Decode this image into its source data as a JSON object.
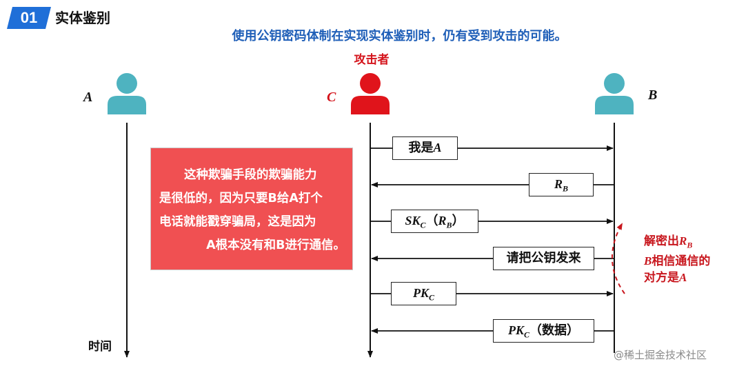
{
  "header": {
    "badge": "01",
    "title": "实体鉴别"
  },
  "subtitle": "使用公钥密码体制在实现实体鉴别时，仍有受到攻击的可能。",
  "parties": {
    "a": "A",
    "c": "C",
    "b": "B",
    "attacker_label": "攻击者"
  },
  "colors": {
    "user_icon": "#4eb3c0",
    "attacker_icon": "#e0141b",
    "accent_blue": "#1f6fd8",
    "note_bg": "#f05052",
    "side_note_red": "#c8161d"
  },
  "messages": [
    {
      "prefix": "我是",
      "italic": "A",
      "sub": "",
      "suffix": "",
      "direction": "C→B"
    },
    {
      "prefix": "",
      "italic": "R",
      "sub": "B",
      "suffix": "",
      "direction": "B→C"
    },
    {
      "prefix": "",
      "italic": "SK",
      "sub": "C",
      "suffix": "（",
      "italic2": "R",
      "sub2": "B",
      "suffix2": "）",
      "direction": "C→B"
    },
    {
      "prefix": "请把公钥发来",
      "italic": "",
      "sub": "",
      "suffix": "",
      "direction": "B→C"
    },
    {
      "prefix": "",
      "italic": "PK",
      "sub": "C",
      "suffix": "",
      "direction": "C→B"
    },
    {
      "prefix": "",
      "italic": "PK",
      "sub": "C",
      "suffix": "（数据）",
      "direction": "B→C"
    }
  ],
  "note": {
    "line1": "这种欺骗手段的欺骗能力",
    "line2": "是很低的，因为只要B给A打个",
    "line3": "电话就能戳穿骗局，这是因为",
    "line4": "A根本没有和B进行通信。"
  },
  "side_note": {
    "line1_text": "解密出",
    "line1_italic": "R",
    "line1_sub": "B",
    "line2_italic": "B",
    "line2_text": "相信通信的",
    "line3_text": "对方是",
    "line3_italic": "A"
  },
  "time_label": "时间",
  "watermark": "@稀土掘金技术社区"
}
